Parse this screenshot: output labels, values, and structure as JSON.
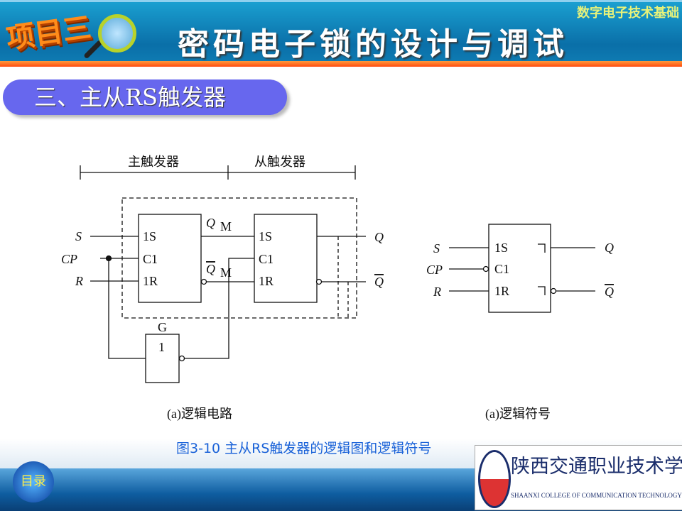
{
  "header": {
    "badge": "项目三",
    "title": "密码电子锁的设计与调试",
    "course": "数字电子技术基础"
  },
  "section": {
    "title": "三、主从RS触发器"
  },
  "diagram": {
    "master_label": "主触发器",
    "slave_label": "从触发器",
    "inputs": {
      "s": "S",
      "cp": "CP",
      "r": "R"
    },
    "pins": {
      "s": "1S",
      "c": "C1",
      "r": "1R"
    },
    "qm": "Q",
    "qm_sub": "M",
    "qmbar": "Q",
    "qmbar_sub": "M",
    "q": "Q",
    "qbar": "Q",
    "gate_name": "G",
    "gate_fn": "1",
    "caption_a": "(a)逻辑电路",
    "caption_b": "(a)逻辑符号"
  },
  "figure_caption": "图3-10 主从RS触发器的逻辑图和逻辑符号",
  "footer": {
    "menu": "目录",
    "school_cn": "陕西交通职业技术学院",
    "school_en": "SHAANXI COLLEGE OF COMMUNICATION TECHNOLOGY"
  }
}
